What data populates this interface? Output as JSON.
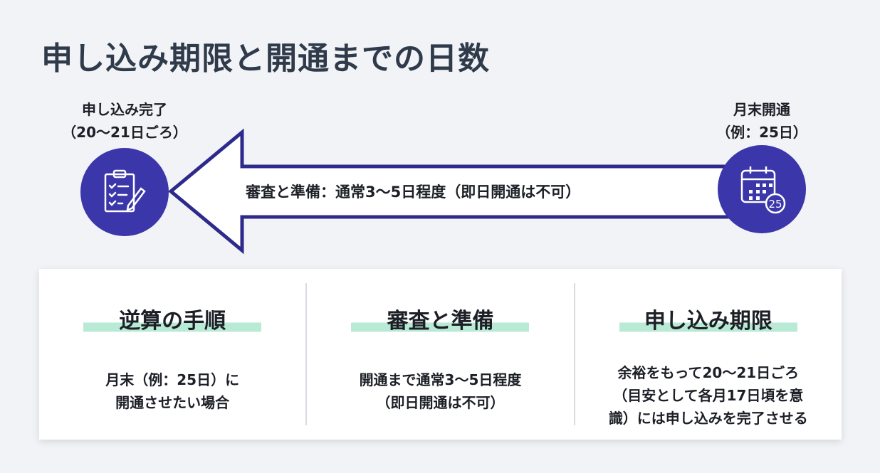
{
  "title": "申し込み期限と開通までの日数",
  "start": {
    "label": "申し込み完了",
    "sub": "（20〜21日ごろ）",
    "icon": "clipboard-checklist-pen-icon"
  },
  "end": {
    "label": "月末開通",
    "sub": "（例：25日）",
    "icon": "calendar-25-icon",
    "day": "25"
  },
  "arrow_text": "審査と準備：通常3〜5日程度（即日開通は不可）",
  "colors": {
    "accent": "#3b36a9",
    "highlight": "#b9ead5",
    "title": "#2f3b4a"
  },
  "columns": [
    {
      "heading": "逆算の手順",
      "body": "月末（例：25日）に\n開通させたい場合"
    },
    {
      "heading": "審査と準備",
      "body": "開通まで通常3〜5日程度\n（即日開通は不可）"
    },
    {
      "heading": "申し込み期限",
      "body": "余裕をもって20〜21日ごろ\n（目安として各月17日頃を意\n識）には申し込みを完了させる"
    }
  ]
}
